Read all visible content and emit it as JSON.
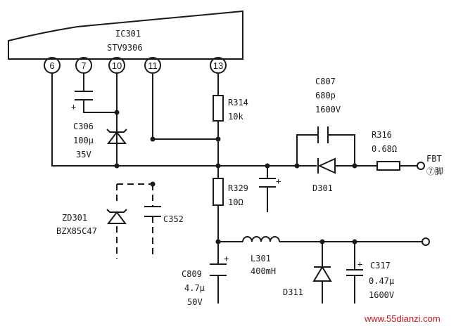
{
  "ic": {
    "name": "IC301",
    "part": "STV9306",
    "pins": [
      "6",
      "7",
      "10",
      "11",
      "13"
    ]
  },
  "components": {
    "c306": {
      "ref": "C306",
      "value": "100μ",
      "voltage": "35V"
    },
    "r314": {
      "ref": "R314",
      "value": "10k"
    },
    "c807": {
      "ref": "C807",
      "value": "680p",
      "voltage": "1600V"
    },
    "r316": {
      "ref": "R316",
      "value": "0.68Ω"
    },
    "d301": {
      "ref": "D301"
    },
    "r329": {
      "ref": "R329",
      "value": "10Ω"
    },
    "zd301": {
      "ref": "ZD301",
      "part": "BZX85C47"
    },
    "c352": {
      "ref": "C352"
    },
    "l301": {
      "ref": "L301",
      "value": "400mH"
    },
    "c809": {
      "ref": "C809",
      "value": "4.7μ",
      "voltage": "50V"
    },
    "d311": {
      "ref": "D311"
    },
    "c317": {
      "ref": "C317",
      "value": "0.47μ",
      "voltage": "1600V"
    }
  },
  "terminals": {
    "fbt": {
      "label": "FBT",
      "pin": "⑦脚"
    }
  },
  "polarity_mark": "+",
  "watermark": "www.55dianzi.com",
  "colors": {
    "ink": "#1a1a1a",
    "watermark": "#c8171d"
  }
}
